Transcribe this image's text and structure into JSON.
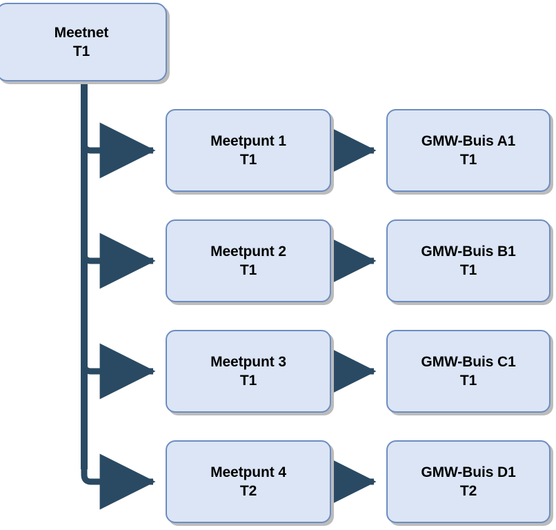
{
  "diagram": {
    "title": "Meetnet T1",
    "orientation": "left-to-right hierarchy",
    "colors": {
      "node_fill": "#dbe5f5",
      "node_border": "#6d8cc0",
      "connector": "#2a4a63",
      "shadow": "#bcbcbc",
      "background": "#ffffff",
      "text": "#000000"
    },
    "root": {
      "name": "Meetnet",
      "version": "T1"
    },
    "branches": [
      {
        "measurement_point": {
          "name": "Meetpunt 1",
          "version": "T1"
        },
        "tube": {
          "name": "GMW-Buis A1",
          "version": "T1"
        }
      },
      {
        "measurement_point": {
          "name": "Meetpunt 2",
          "version": "T1"
        },
        "tube": {
          "name": "GMW-Buis B1",
          "version": "T1"
        }
      },
      {
        "measurement_point": {
          "name": "Meetpunt 3",
          "version": "T1"
        },
        "tube": {
          "name": "GMW-Buis C1",
          "version": "T1"
        }
      },
      {
        "measurement_point": {
          "name": "Meetpunt 4",
          "version": "T2"
        },
        "tube": {
          "name": "GMW-Buis D1",
          "version": "T2"
        }
      }
    ]
  }
}
